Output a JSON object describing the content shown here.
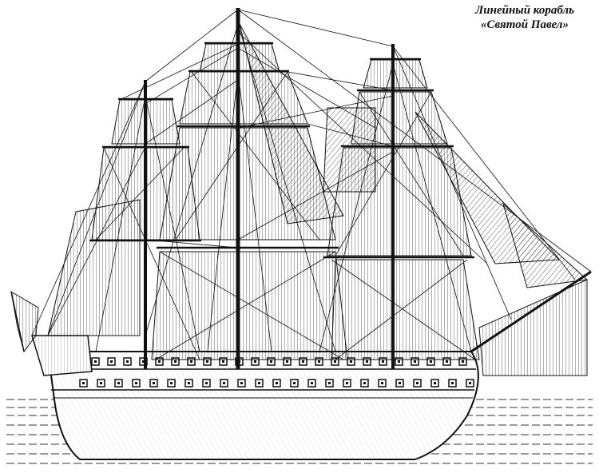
{
  "caption": {
    "line1": "Линейный корабль",
    "line2": "«Святой Павел»"
  },
  "colors": {
    "ink": "#1a1a1a",
    "paper": "#ffffff",
    "water": "#3a3a3a"
  },
  "drawing": {
    "subject": "ship-of-the-line",
    "masts": [
      "mizzen",
      "main",
      "fore"
    ],
    "style": "line-engraving"
  }
}
